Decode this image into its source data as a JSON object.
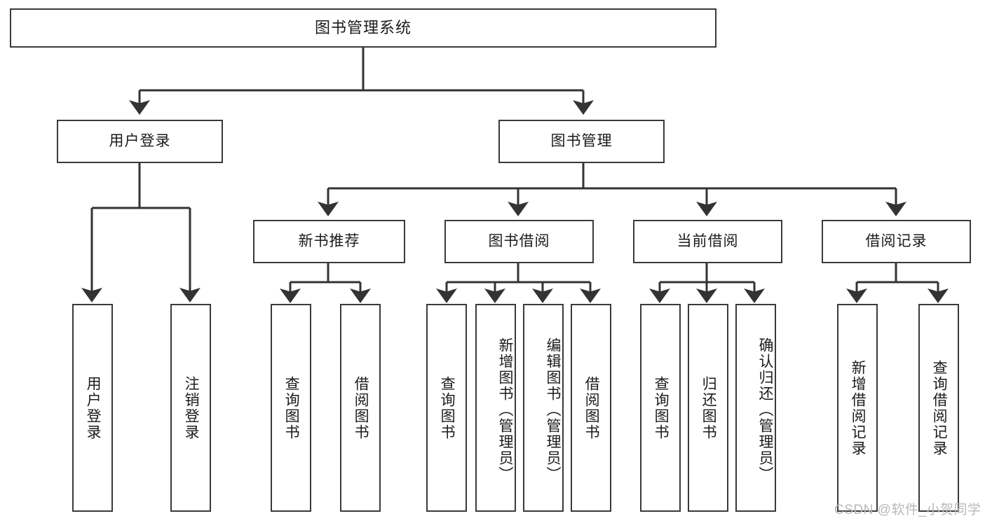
{
  "diagram": {
    "title": "图书管理系统",
    "watermark": "CSDN @软件_小贺同学",
    "line_color": "#333333",
    "box_border_color": "#3a3a3a",
    "background": "#ffffff",
    "text_color": "#1b1b1b"
  },
  "nodes": {
    "root": {
      "label": "图书管理系统"
    },
    "level2": [
      {
        "label": "用户登录"
      },
      {
        "label": "图书管理"
      }
    ],
    "level3": [
      {
        "label": "新书推荐"
      },
      {
        "label": "图书借阅"
      },
      {
        "label": "当前借阅"
      },
      {
        "label": "借阅记录"
      }
    ],
    "leaves": {
      "user_login": [
        {
          "label": "用户登录"
        },
        {
          "label": "注销登录"
        }
      ],
      "new_book_recommend": [
        {
          "label": "查询图书"
        },
        {
          "label": "借阅图书"
        }
      ],
      "book_borrow": [
        {
          "label": "查询图书"
        },
        {
          "label": "新增图书（管理员）"
        },
        {
          "label": "编辑图书（管理员）"
        },
        {
          "label": "借阅图书"
        }
      ],
      "current_borrow": [
        {
          "label": "查询图书"
        },
        {
          "label": "归还图书"
        },
        {
          "label": "确认归还（管理员）"
        }
      ],
      "borrow_record": [
        {
          "label": "新增借阅记录"
        },
        {
          "label": "查询借阅记录"
        }
      ]
    }
  }
}
